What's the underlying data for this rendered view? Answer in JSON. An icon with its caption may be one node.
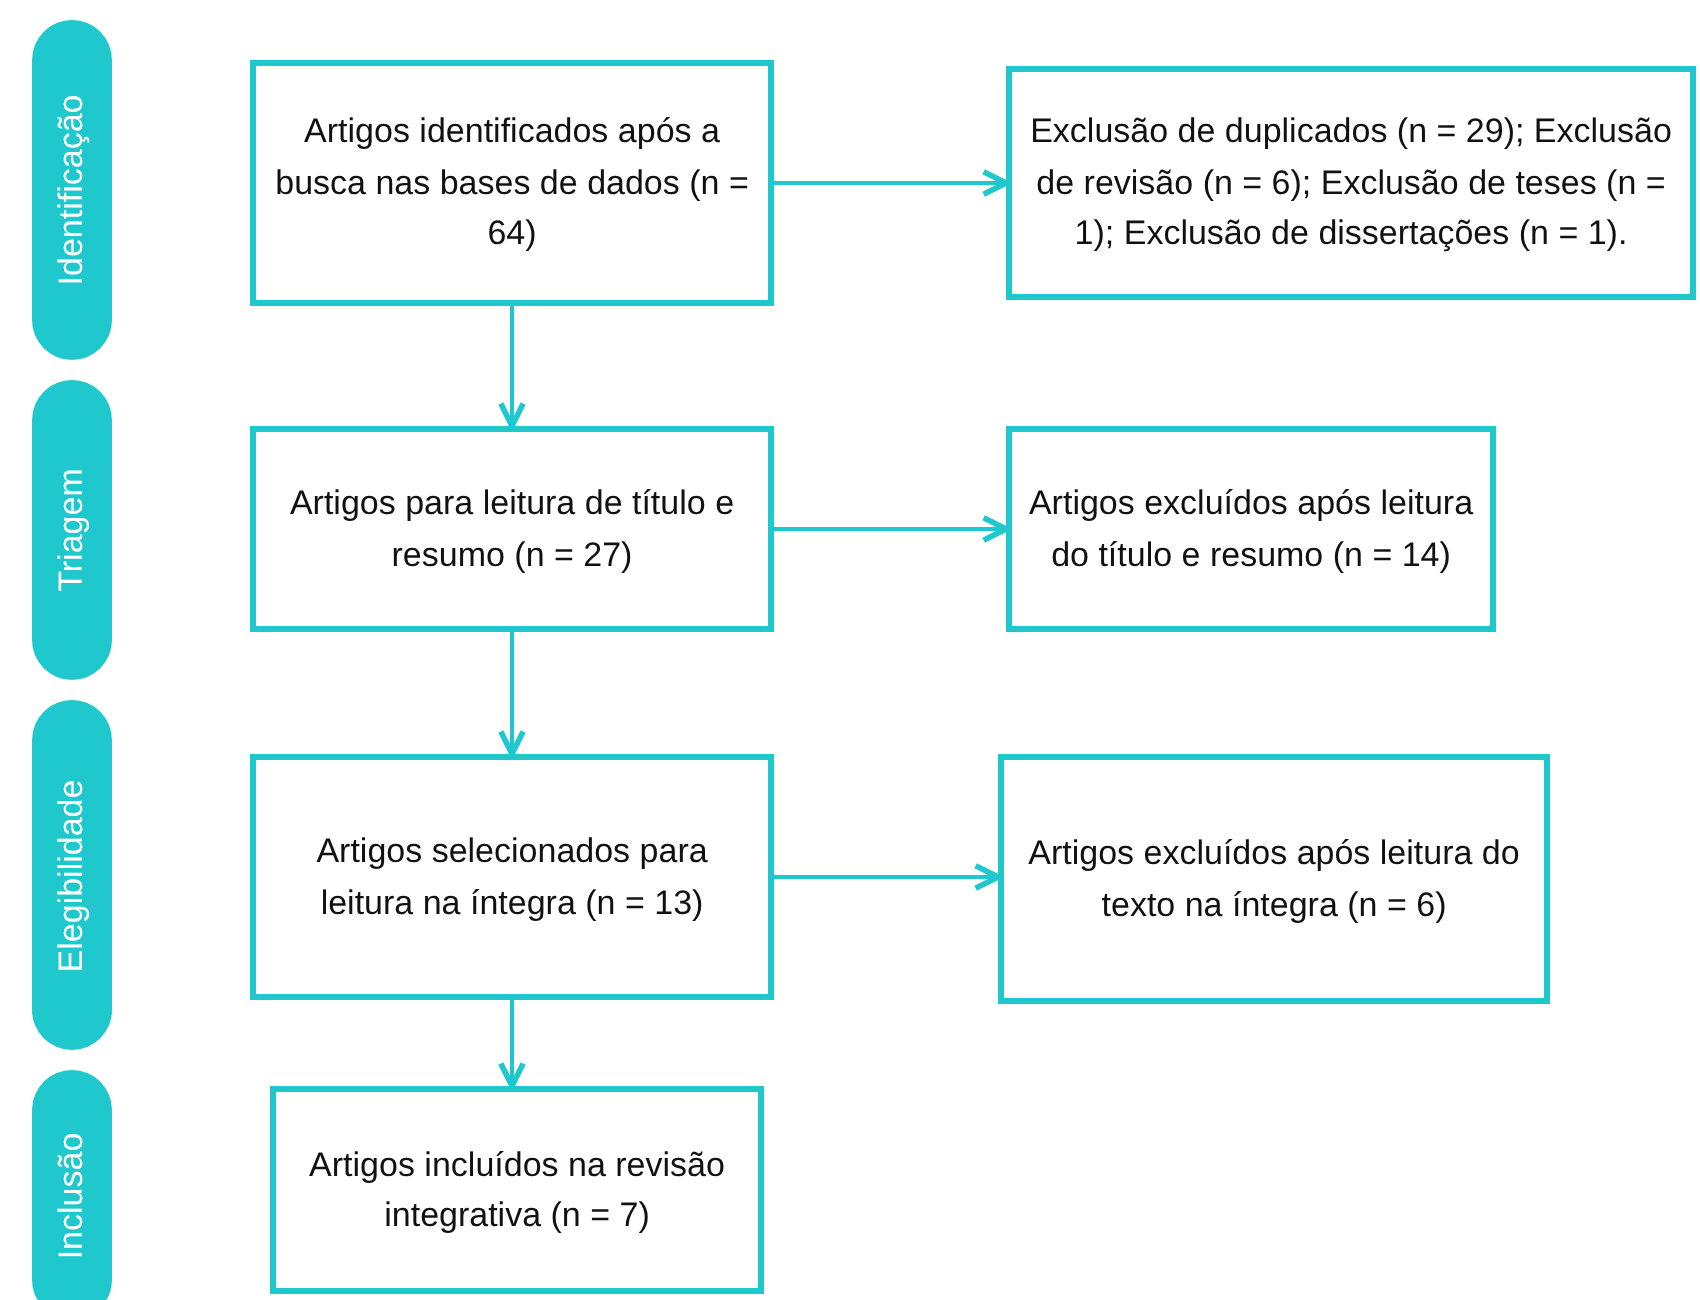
{
  "diagram": {
    "nodes": [
      {
        "text": [
          "Identificação"
        ]
      },
      {
        "text": [
          "Artigos identificados após a busca nas bases de dados (n = 64)"
        ]
      },
      {
        "text": [
          "Exclusão de duplicados (n = 29); Exclusão de revisão (n = 6); Exclusão de teses (n = 1); Exclusão de dissertações (n = 1)."
        ]
      },
      {
        "text": [
          "Triagem"
        ]
      },
      {
        "text": [
          "Artigos para leitura de título e resumo (n = 27)"
        ]
      },
      {
        "text": [
          "Artigos excluídos após leitura do título e resumo (n = 14)"
        ]
      },
      {
        "text": [
          "Elegibilidade"
        ]
      },
      {
        "text": [
          "Artigos selecionados para leitura na íntegra (n = 13)"
        ]
      },
      {
        "text": [
          "Artigos excluídos após leitura do texto na íntegra (n = 6)"
        ]
      },
      {
        "text": [
          "Inclusão"
        ]
      },
      {
        "text": [
          "Artigos incluídos na revisão integrativa (n = 7)"
        ]
      }
    ],
    "edges": [
      {
        "from": 1,
        "to": 2,
        "arrow": "to"
      },
      {
        "from": 1,
        "to": 4,
        "arrow": "to"
      },
      {
        "from": 4,
        "to": 5,
        "arrow": "to"
      },
      {
        "from": 4,
        "to": 7,
        "arrow": "to"
      },
      {
        "from": 7,
        "to": 8,
        "arrow": "to"
      },
      {
        "from": 7,
        "to": 10,
        "arrow": "to"
      }
    ]
  }
}
